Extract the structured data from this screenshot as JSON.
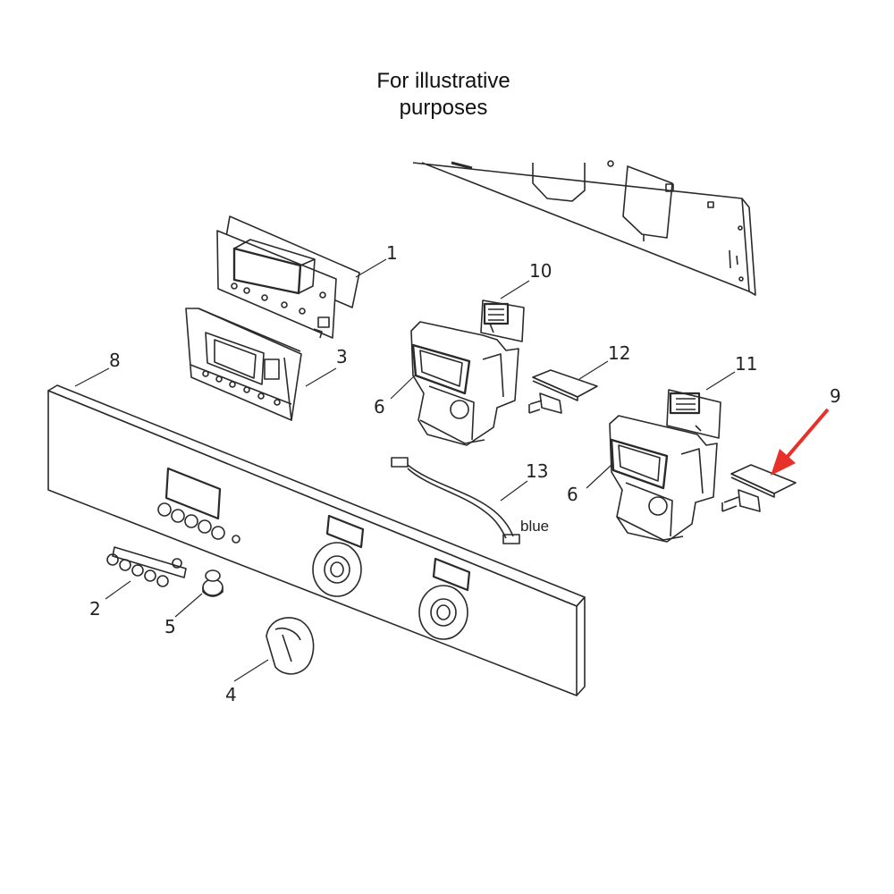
{
  "caption": {
    "line1": "For illustrative",
    "line2": "purposes"
  },
  "labels": {
    "p1": "1",
    "p2": "2",
    "p3": "3",
    "p4": "4",
    "p5": "5",
    "p6a": "6",
    "p6b": "6",
    "p8": "8",
    "p9": "9",
    "p10": "10",
    "p11": "11",
    "p12": "12",
    "p13": "13"
  },
  "wire_color_label": "blue",
  "highlight": {
    "part": "9",
    "arrow_color": "#e8302a"
  }
}
